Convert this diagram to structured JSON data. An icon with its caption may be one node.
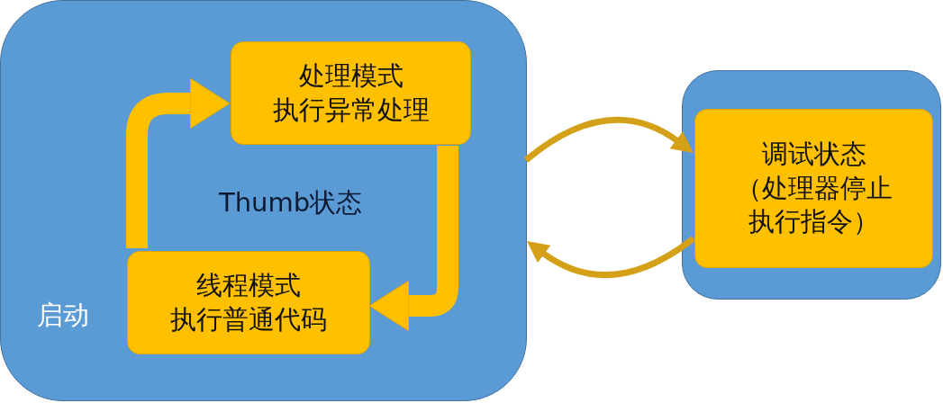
{
  "diagram": {
    "nodes": [
      {
        "text": [
          "Thumb状态"
        ]
      },
      {
        "text": [
          "处理模式",
          "执行异常处理"
        ],
        "in": 0
      },
      {
        "text": [
          "线程模式",
          "执行普通代码"
        ],
        "in": 0
      },
      {
        "text": [],
        "shape": "box"
      },
      {
        "text": [
          "调试状态",
          "（处理器停止执行指令）"
        ],
        "in": 3
      }
    ],
    "edges": [
      {
        "from": 2,
        "to": 1,
        "arrow": "to",
        "style": "thick"
      },
      {
        "from": 1,
        "to": 2,
        "arrow": "to",
        "style": "thick"
      },
      {
        "from": 0,
        "to": 4,
        "arrow": "to"
      },
      {
        "from": 4,
        "to": 0,
        "arrow": "to"
      }
    ],
    "labels": [
      "启动"
    ]
  }
}
